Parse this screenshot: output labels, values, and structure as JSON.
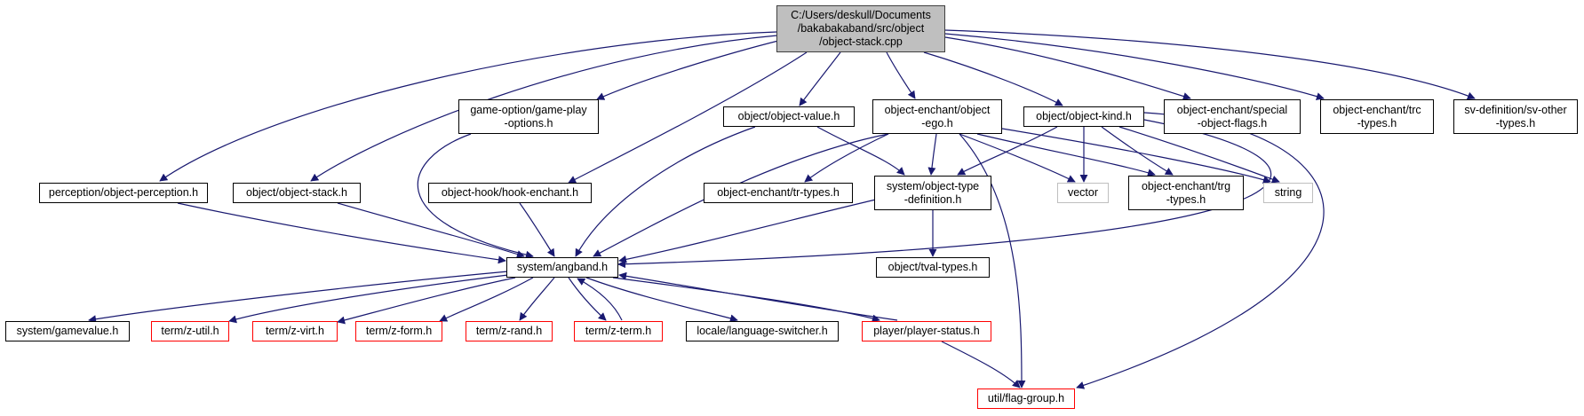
{
  "diagram": {
    "colors": {
      "edge": "#191970",
      "box": "#000000",
      "root_fill": "#bfbfbf",
      "incomplete": "#ff0000",
      "external": "#bfbfbf"
    },
    "nodes": {
      "root": {
        "lines": [
          "C:/Users/deskull/Documents",
          "/bakabakaband/src/object",
          "/object-stack.cpp"
        ]
      },
      "game_play_options": {
        "lines": [
          "game-option/game-play",
          "-options.h"
        ]
      },
      "object_value": {
        "lines": [
          "object/object-value.h"
        ]
      },
      "object_ego": {
        "lines": [
          "object-enchant/object",
          "-ego.h"
        ]
      },
      "object_kind": {
        "lines": [
          "object/object-kind.h"
        ]
      },
      "special_flags": {
        "lines": [
          "object-enchant/special",
          "-object-flags.h"
        ]
      },
      "trc_types": {
        "lines": [
          "object-enchant/trc",
          "-types.h"
        ]
      },
      "sv_other_types": {
        "lines": [
          "sv-definition/sv-other",
          "-types.h"
        ]
      },
      "object_perception": {
        "lines": [
          "perception/object-perception.h"
        ]
      },
      "object_stack_h": {
        "lines": [
          "object/object-stack.h"
        ]
      },
      "hook_enchant": {
        "lines": [
          "object-hook/hook-enchant.h"
        ]
      },
      "tr_types": {
        "lines": [
          "object-enchant/tr-types.h"
        ]
      },
      "object_type_def": {
        "lines": [
          "system/object-type",
          "-definition.h"
        ]
      },
      "vector": {
        "lines": [
          "vector"
        ]
      },
      "trg_types": {
        "lines": [
          "object-enchant/trg",
          "-types.h"
        ]
      },
      "string": {
        "lines": [
          "string"
        ]
      },
      "angband": {
        "lines": [
          "system/angband.h"
        ]
      },
      "tval_types": {
        "lines": [
          "object/tval-types.h"
        ]
      },
      "gamevalue": {
        "lines": [
          "system/gamevalue.h"
        ]
      },
      "z_util": {
        "lines": [
          "term/z-util.h"
        ]
      },
      "z_virt": {
        "lines": [
          "term/z-virt.h"
        ]
      },
      "z_form": {
        "lines": [
          "term/z-form.h"
        ]
      },
      "z_rand": {
        "lines": [
          "term/z-rand.h"
        ]
      },
      "z_term": {
        "lines": [
          "term/z-term.h"
        ]
      },
      "language_switcher": {
        "lines": [
          "locale/language-switcher.h"
        ]
      },
      "player_status": {
        "lines": [
          "player/player-status.h"
        ]
      },
      "flag_group": {
        "lines": [
          "util/flag-group.h"
        ]
      }
    }
  }
}
